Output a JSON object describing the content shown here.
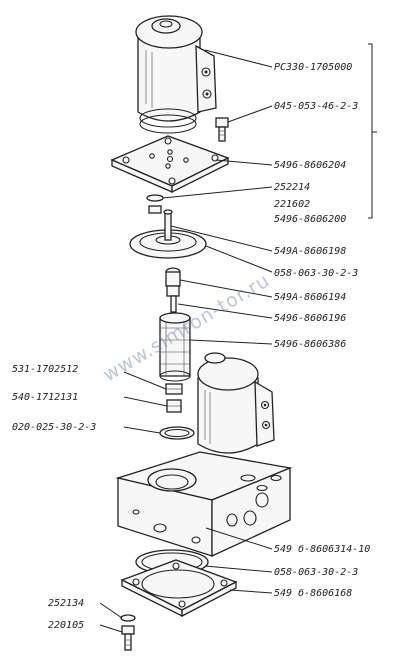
{
  "watermark": "www.simron-tor.ru",
  "labels": {
    "l01": "PC330-1705000",
    "l02": "045-053-46-2-3",
    "l03": "5496-8606204",
    "l04": "252214",
    "l05": "221602",
    "l06": "5496-8606200",
    "l07": "549A-8606198",
    "l08": "058-063-30-2-3",
    "l09": "549A-8606194",
    "l10": "5496-8606196",
    "l11": "5496-8606386",
    "l12": "531-1702512",
    "l13": "540-1712131",
    "l14": "020-025-30-2-3",
    "l15": "549 б-8606314-10",
    "l16": "058-063-30-2-3",
    "l17": "549 б-8606168",
    "l18": "252134",
    "l19": "220105"
  }
}
